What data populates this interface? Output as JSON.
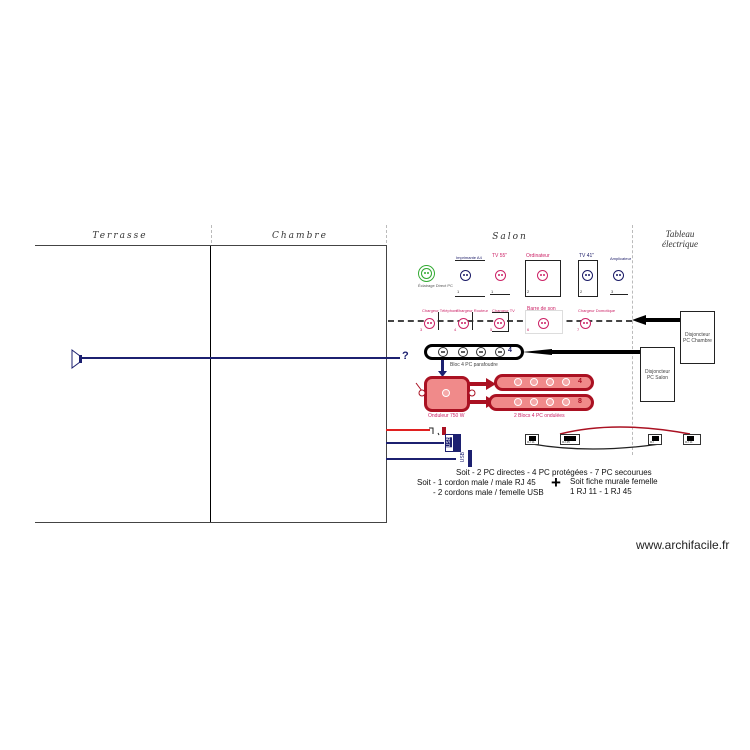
{
  "rooms": {
    "terrasse": "Terrasse",
    "chambre": "Chambre",
    "salon": "Salon",
    "tableau": "Tableau électrique"
  },
  "top_row_outlets": [
    {
      "label": "Éclairage Direct PC",
      "color": "#33aa33",
      "number": "1"
    },
    {
      "label": "Imprimante A4",
      "color": "#1a1a66",
      "number": "1"
    },
    {
      "label": "TV 55\"",
      "color": "#cc2266",
      "number": "1"
    },
    {
      "label": "Ordinateur",
      "color": "#cc2266",
      "number": "2"
    },
    {
      "label": "TV 41\"",
      "color": "#1a1a66",
      "number": "2"
    },
    {
      "label": "Amplicateur",
      "color": "#1a1a66",
      "number": "3"
    }
  ],
  "second_row_outlets": [
    {
      "label": "Chargeur Téléphone",
      "color": "#cc2266",
      "number": "3"
    },
    {
      "label": "Chargeur Routeur",
      "color": "#cc2266",
      "number": "4"
    },
    {
      "label": "Chargeur TV",
      "color": "#cc2266",
      "number": "5"
    },
    {
      "label": "Barre de son",
      "color": "#cc2266",
      "number": "6"
    },
    {
      "label": "Chargeur Domotique",
      "color": "#cc2266",
      "number": "7"
    }
  ],
  "panels": {
    "chambre": "Disjoncteur PC Chambre",
    "salon": "Disjoncteur PC Salon"
  },
  "power_strip": {
    "label": "Bloc 4 PC parafoudre",
    "count": "4",
    "question": "?"
  },
  "ups": {
    "label": "Onduleur 750 W"
  },
  "ups_strips": {
    "label": "2 Blocs 4 PC ondulées",
    "counts": [
      "4",
      "8"
    ]
  },
  "usb_labels": [
    "USB",
    "USB"
  ],
  "rj_jacks": [
    "RJ 11",
    "RJ 45",
    "RJ",
    "RJ 11"
  ],
  "summary": {
    "line1": "Soit - 2 PC directes - 4 PC protégées - 7 PC secourues",
    "line2": "Soit - 1 cordon male / male RJ 45",
    "line3": "- 2 cordons male / femelle USB",
    "plus": "+",
    "line4": "Soit fiche murale femelle",
    "line5": "1 RJ 11 - 1 RJ 45"
  },
  "watermark": "www.archifacile.fr",
  "colors": {
    "blue_cable": "#1c2070",
    "red_cable": "#e02020",
    "ups_fill": "#f08a8a",
    "ups_border": "#aa1122",
    "pink_text": "#cc2266",
    "green": "#33aa33"
  }
}
